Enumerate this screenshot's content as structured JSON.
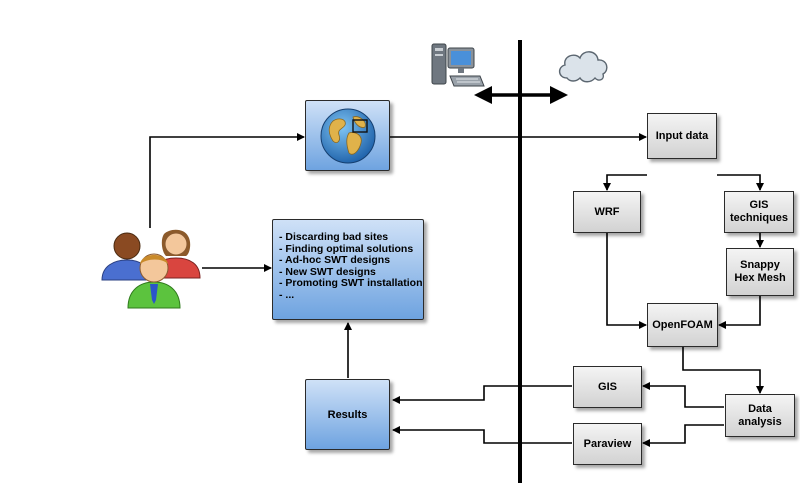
{
  "left": {
    "results_label": "Results",
    "applications": [
      "Discarding bad sites",
      "Finding optimal solutions",
      "Ad-hoc SWT designs",
      "New SWT designs",
      "Promoting SWT installation",
      "..."
    ]
  },
  "right": {
    "input_data": "Input data",
    "wrf": "WRF",
    "gis_techniques_line1": "GIS",
    "gis_techniques_line2": "techniques",
    "snappy_line1": "Snappy",
    "snappy_line2": "Hex Mesh",
    "openfoam": "OpenFOAM",
    "data_analysis_line1": "Data",
    "data_analysis_line2": "analysis",
    "gis": "GIS",
    "paraview": "Paraview"
  },
  "icons": {
    "users": "users-group-icon",
    "globe": "globe-map-icon",
    "computer": "desktop-computer-icon",
    "cloud": "cloud-icon"
  },
  "colors": {
    "blue_box_top": "#cfe1f7",
    "blue_box_bottom": "#6ea3e0",
    "gray_box_top": "#f4f4f4",
    "gray_box_bottom": "#d2d2d2",
    "divider": "#000000"
  }
}
